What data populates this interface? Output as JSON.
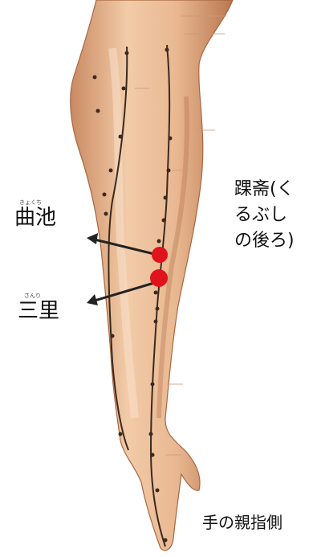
{
  "labels": {
    "kyokuchi": {
      "text": "曲池",
      "ruby": "きょくち"
    },
    "sanri": {
      "text": "三里",
      "ruby": "さんり"
    },
    "kurubushi_line1": "踝斋(く",
    "kurubushi_line2": "るぶし",
    "kurubushi_line3": "の後ろ)",
    "thumb_side": "手の親指側"
  },
  "colors": {
    "skin": "#e8b58e",
    "skin_light": "#f6d8bf",
    "skin_shadow": "#b97650",
    "meridian": "#3a2a20",
    "acupoint_marker": "#e0141c",
    "arrow": "#222222"
  }
}
